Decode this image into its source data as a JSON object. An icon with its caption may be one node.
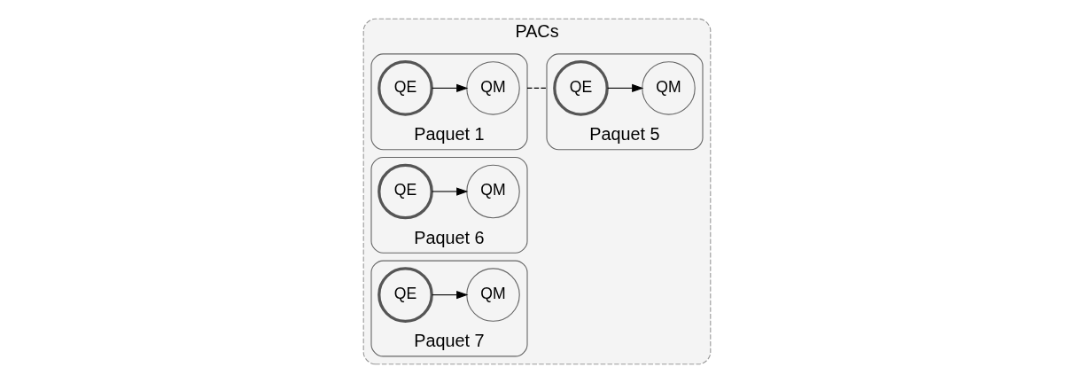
{
  "diagram": {
    "nodes": [
      {
        "text": [
          "PACs"
        ]
      },
      {
        "text": [
          "Paquet 1"
        ],
        "in": 0
      },
      {
        "text": [
          "QE"
        ],
        "in": 1
      },
      {
        "text": [
          "QM"
        ],
        "in": 1
      },
      {
        "text": [
          "Paquet 5"
        ],
        "in": 0
      },
      {
        "text": [
          "QE"
        ],
        "in": 4
      },
      {
        "text": [
          "QM"
        ],
        "in": 4
      },
      {
        "text": [
          "Paquet 6"
        ],
        "in": 0
      },
      {
        "text": [
          "QE"
        ],
        "in": 7
      },
      {
        "text": [
          "QM"
        ],
        "in": 7
      },
      {
        "text": [
          "Paquet 7"
        ],
        "in": 0
      },
      {
        "text": [
          "QE"
        ],
        "in": 10
      },
      {
        "text": [
          "QM"
        ],
        "in": 10
      }
    ],
    "edges": [
      {
        "from": 2,
        "to": 3,
        "arrow": "to"
      },
      {
        "from": 1,
        "to": 4,
        "arrow": "none",
        "style": "dashed"
      },
      {
        "from": 5,
        "to": 6,
        "arrow": "to"
      },
      {
        "from": 8,
        "to": 9,
        "arrow": "to"
      },
      {
        "from": 11,
        "to": 12,
        "arrow": "to"
      }
    ]
  }
}
